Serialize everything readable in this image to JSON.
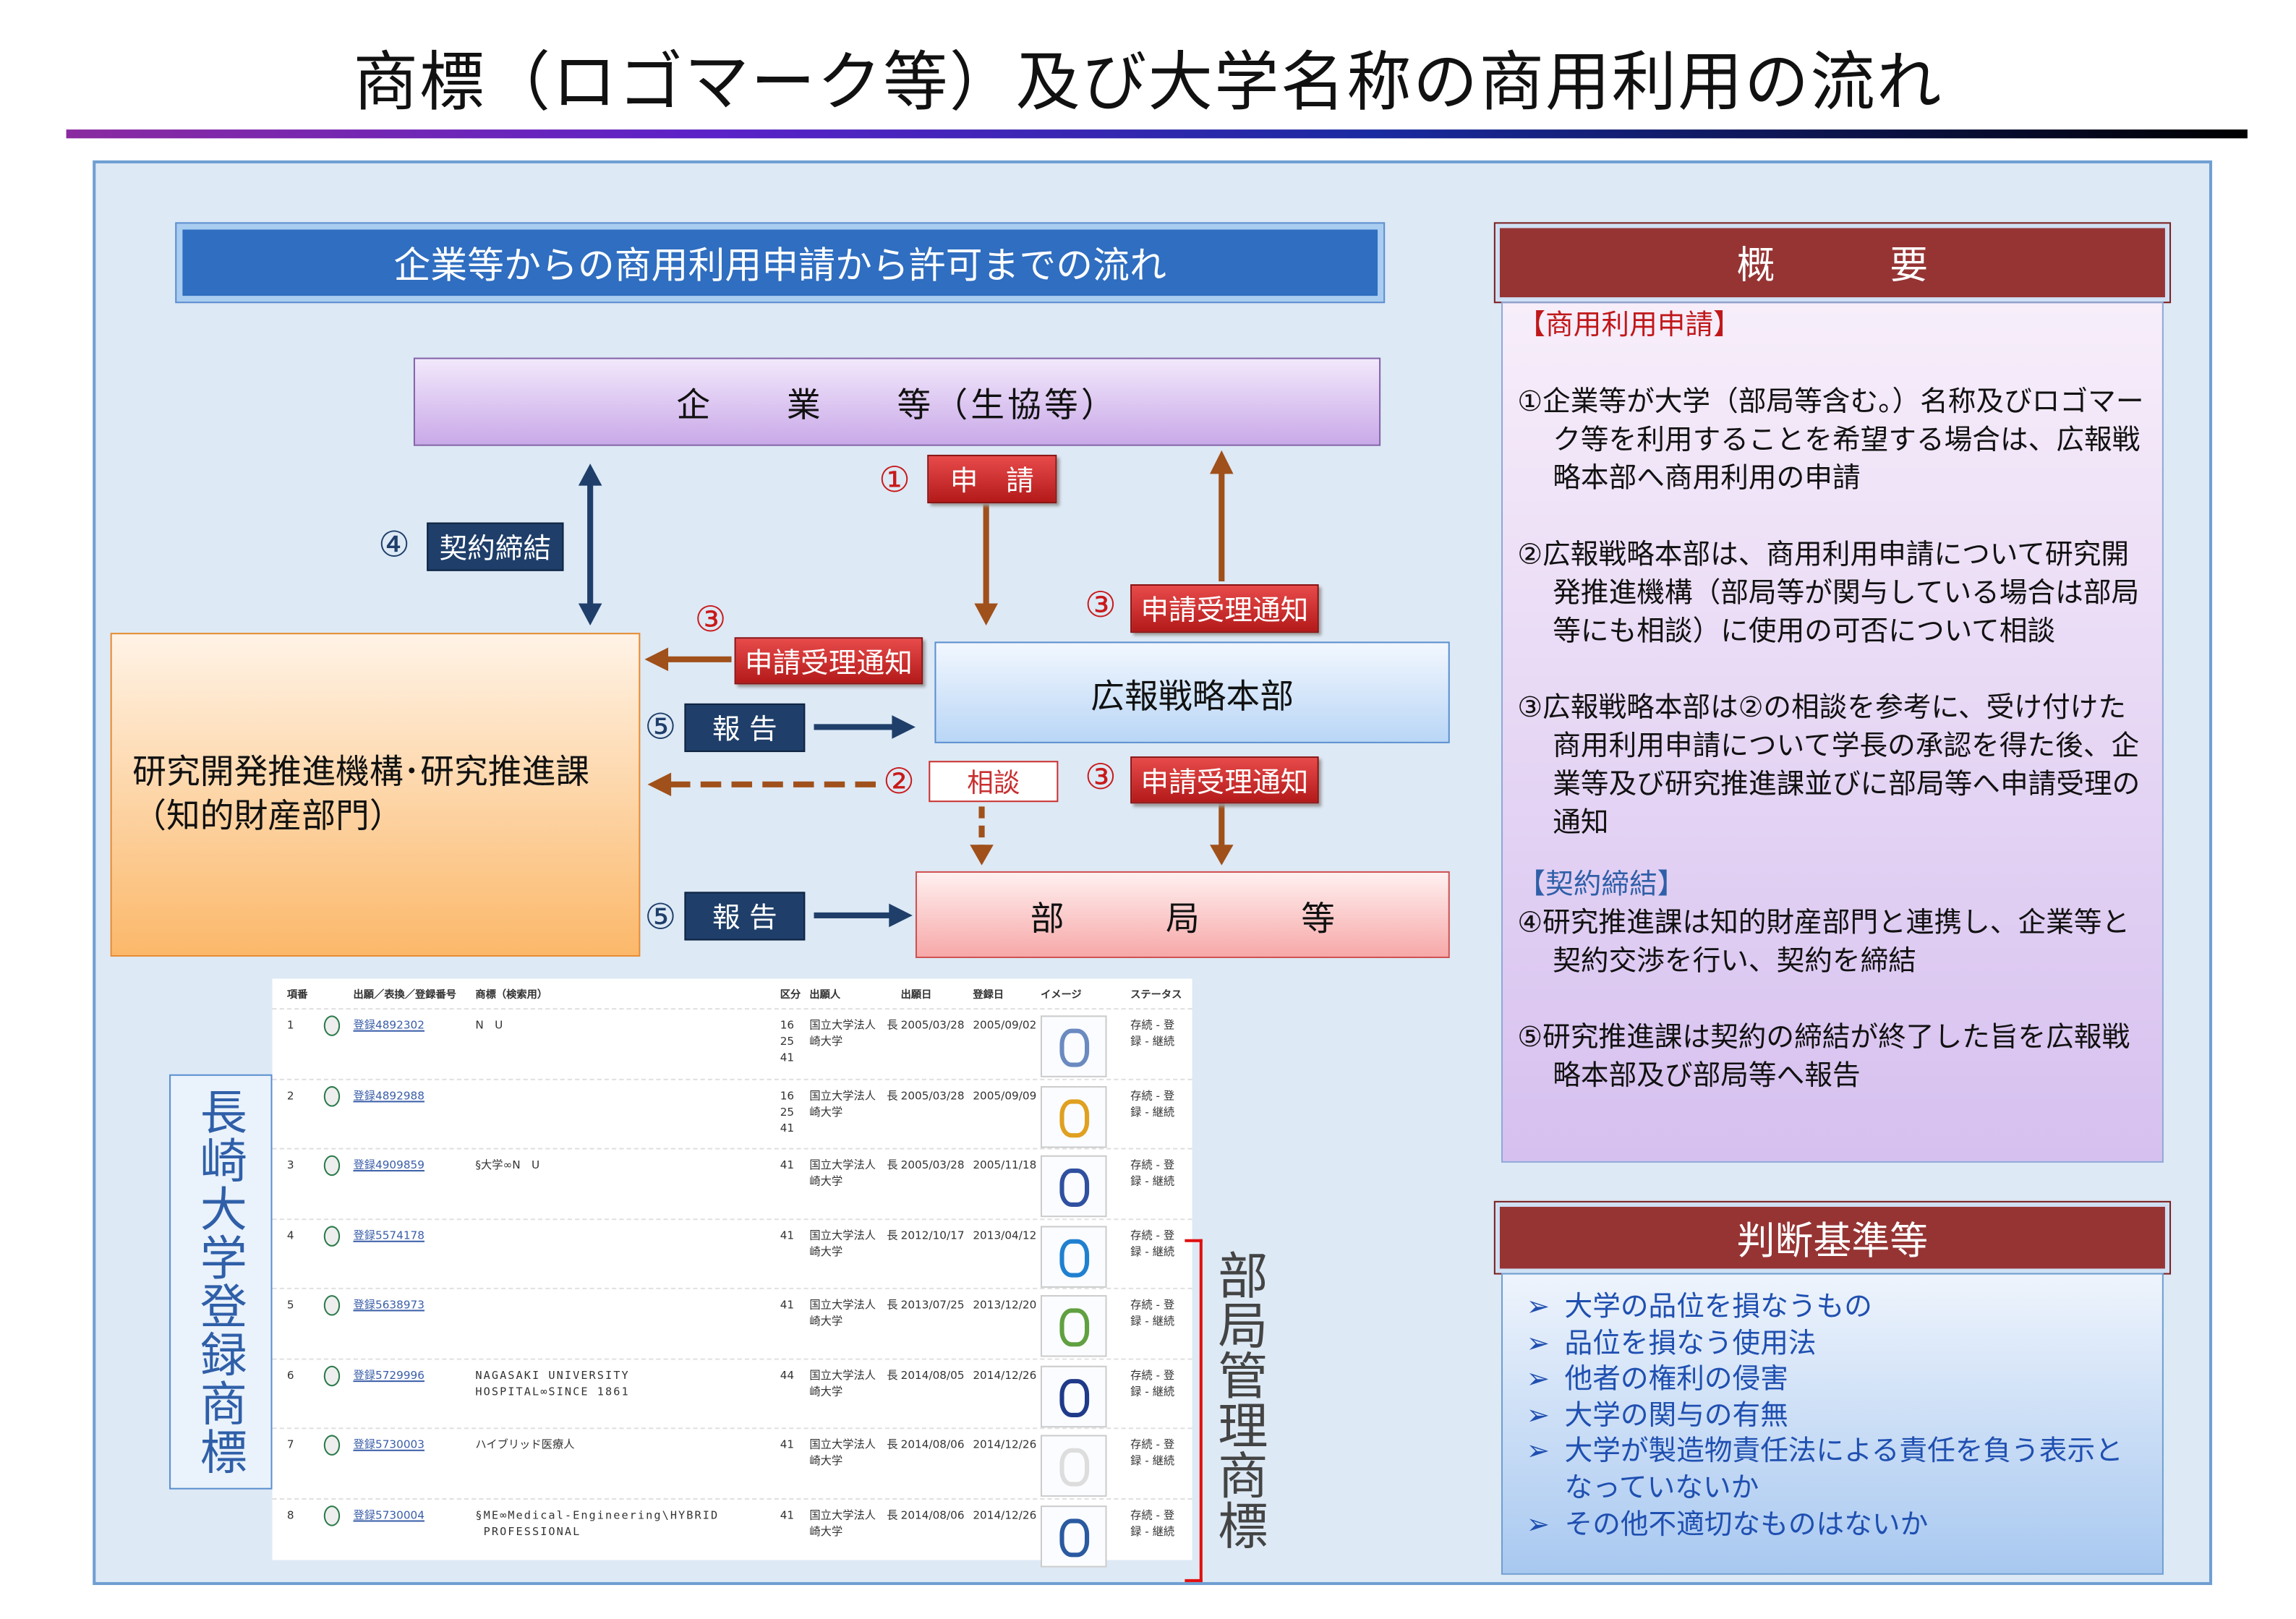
{
  "title": "商標（ロゴマーク等）及び大学名称の商用利用の流れ",
  "flow": {
    "header": "企業等からの商用利用申請から許可までの流れ",
    "kigyo": "企　　業　　等（生協等）",
    "kenkyu_line1": "研究開発推進機構･研究推進課",
    "kenkyu_line2": "（知的財産部門）",
    "koho": "広報戦略本部",
    "bukyoku": "部　　　局　　　等",
    "step1_num": "①",
    "step1_label": "申　請",
    "step2_num": "②",
    "step2_label": "相談",
    "step3_num": "③",
    "step3_label": "申請受理通知",
    "step4_num": "④",
    "step4_label": "契約締結",
    "step5_num": "⑤",
    "step5_label": "報 告"
  },
  "trademarks": {
    "side_label": "長崎大学登録商標",
    "managed_label": "部局管理商標",
    "headers": [
      "項番",
      "出願／表換／登録番号",
      "商標（検索用）",
      "区分",
      "出願人",
      "出願日",
      "登録日",
      "イメージ",
      "ステータス"
    ],
    "rows": [
      {
        "no": "1",
        "reg": "登録4892302",
        "mark": "N　U",
        "cls": "16\n25\n41",
        "app": "国立大学法人　長\n崎大学",
        "filed": "2005/03/28",
        "registered": "2005/09/02",
        "status": "存続 - 登\n録 - 継続"
      },
      {
        "no": "2",
        "reg": "登録4892988",
        "mark": "",
        "cls": "16\n25\n41",
        "app": "国立大学法人　長\n崎大学",
        "filed": "2005/03/28",
        "registered": "2005/09/09",
        "status": "存続 - 登\n録 - 継続"
      },
      {
        "no": "3",
        "reg": "登録4909859",
        "mark": "§大学∞N　U",
        "cls": "41",
        "app": "国立大学法人　長\n崎大学",
        "filed": "2005/03/28",
        "registered": "2005/11/18",
        "status": "存続 - 登\n録 - 継続"
      },
      {
        "no": "4",
        "reg": "登録5574178",
        "mark": "",
        "cls": "41",
        "app": "国立大学法人　長\n崎大学",
        "filed": "2012/10/17",
        "registered": "2013/04/12",
        "status": "存続 - 登\n録 - 継続"
      },
      {
        "no": "5",
        "reg": "登録5638973",
        "mark": "",
        "cls": "41",
        "app": "国立大学法人　長\n崎大学",
        "filed": "2013/07/25",
        "registered": "2013/12/20",
        "status": "存続 - 登\n録 - 継続"
      },
      {
        "no": "6",
        "reg": "登録5729996",
        "mark": "NAGASAKI UNIVERSITY\nHOSPITAL∞SINCE 1861",
        "cls": "44",
        "app": "国立大学法人　長\n崎大学",
        "filed": "2014/08/05",
        "registered": "2014/12/26",
        "status": "存続 - 登\n録 - 継続"
      },
      {
        "no": "7",
        "reg": "登録5730003",
        "mark": "ハイブリッド医療人",
        "cls": "41",
        "app": "国立大学法人　長\n崎大学",
        "filed": "2014/08/06",
        "registered": "2014/12/26",
        "status": "存続 - 登\n録 - 継続"
      },
      {
        "no": "8",
        "reg": "登録5730004",
        "mark": "§ME∞Medical-Engineering\\HYBRID\n PROFESSIONAL",
        "cls": "41",
        "app": "国立大学法人　長\n崎大学",
        "filed": "2014/08/06",
        "registered": "2014/12/26",
        "status": "存続 - 登\n録 - 継続"
      }
    ]
  },
  "gaiyo": {
    "header": "概　　　要",
    "sec1": "【商用利用申請】",
    "p1": "①企業等が大学（部局等含む。）名称及びロゴマーク等を利用することを希望する場合は、広報戦略本部へ商用利用の申請",
    "p2": "②広報戦略本部は、商用利用申請について研究開発推進機構（部局等が関与している場合は部局等にも相談）に使用の可否について相談",
    "p3": "③広報戦略本部は②の相談を参考に、受け付けた商用利用申請について学長の承認を得た後、企業等及び研究推進課並びに部局等へ申請受理の通知",
    "sec2": "【契約締結】",
    "p4": "④研究推進課は知的財産部門と連携し、企業等と契約交渉を行い、契約を締結",
    "p5": "⑤研究推進課は契約の締結が終了した旨を広報戦略本部及び部局等へ報告"
  },
  "kijun": {
    "header": "判断基準等",
    "bullet": "➢",
    "items": [
      "大学の品位を損なうもの",
      "品位を損なう使用法",
      "他者の権利の侵害",
      "大学の関与の有無",
      "大学が製造物責任法による責任を負う表示となっていないか",
      "その他不適切なものはないか"
    ]
  }
}
